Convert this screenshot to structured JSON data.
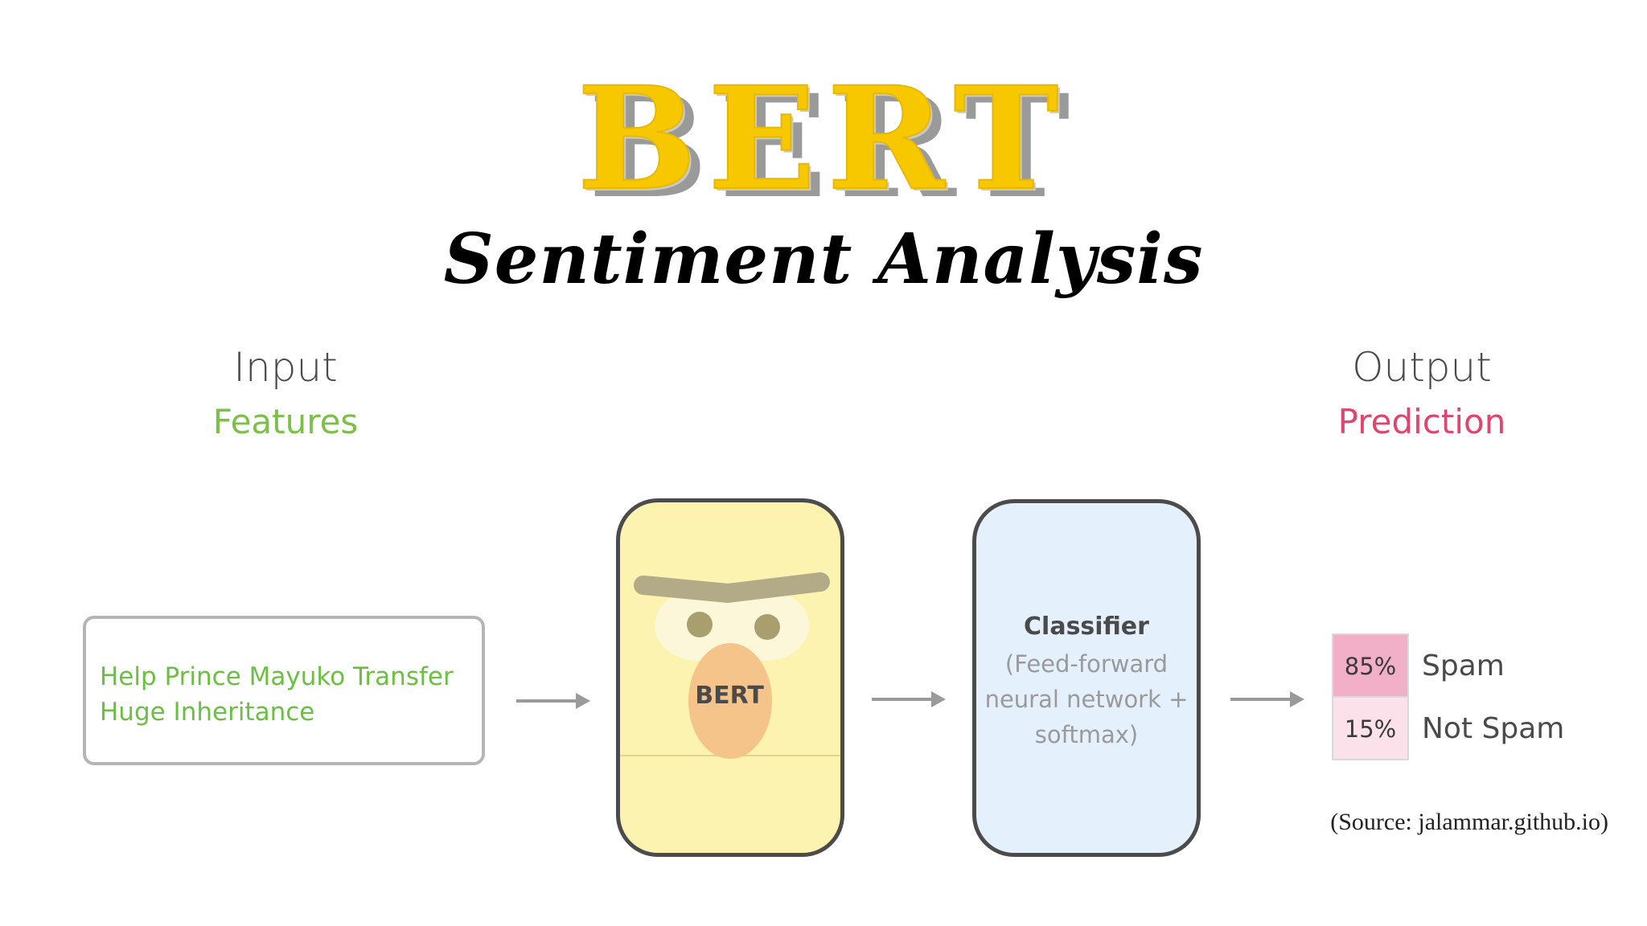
{
  "title": "BERT",
  "subtitle": "Sentiment Analysis",
  "input": {
    "heading": "Input",
    "subheading": "Features",
    "text_line1": "Help Prince Mayuko Transfer",
    "text_line2": "Huge Inheritance"
  },
  "model": {
    "label": "BERT"
  },
  "classifier": {
    "title": "Classifier",
    "line1": "(Feed-forward",
    "line2": "neural network +",
    "line3": "softmax)"
  },
  "output": {
    "heading": "Output",
    "subheading": "Prediction",
    "rows": [
      {
        "percent": "85%",
        "label": "Spam",
        "value": 0.85
      },
      {
        "percent": "15%",
        "label": "Not Spam",
        "value": 0.15
      }
    ]
  },
  "source": "(Source: jalammar.github.io)",
  "colors": {
    "title_yellow": "#f7c800",
    "features_green": "#6cbf44",
    "prediction_red": "#e0456f",
    "bert_fill": "#fdf3b0",
    "classifier_fill": "#e4f0fc",
    "spam_fill": "#f1b0c8",
    "not_spam_fill": "#fbe1ea"
  }
}
